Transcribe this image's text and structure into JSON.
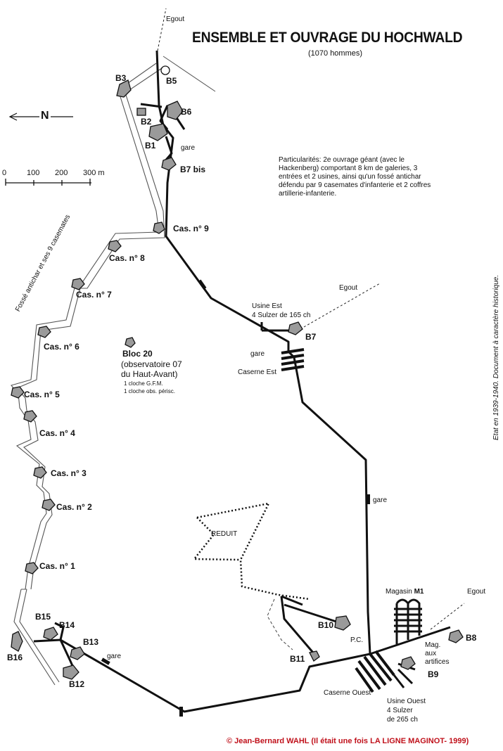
{
  "title": "ENSEMBLE ET OUVRAGE DU HOCHWALD",
  "subtitle": "(1070 hommes)",
  "north_label": "N",
  "scale": {
    "ticks": [
      "0",
      "100",
      "200",
      "300 m"
    ]
  },
  "note": "Particularités: 2e ouvrage géant (avec le Hackenberg) comportant 8 km de galeries, 3 entrées et 2 usines, ainsi qu'un fossé antichar défendu par 9 casemates d'infanterie et 2 coffres artillerie-infanterie.",
  "side_note": "Etat en 1939-1940. Document à caractère historique.",
  "ditch_label": "Fossé antichar et ses 9 casemates",
  "copyright": "© Jean-Bernard WAHL (Il était une fois LA LIGNE MAGINOT- 1999)",
  "labels": {
    "egout_top": "Egout",
    "b3": "B3",
    "b5": "B5",
    "b6": "B6",
    "b2": "B2",
    "b1": "B1",
    "gare1": "gare",
    "b7bis": "B7 bis",
    "cas9": "Cas. n° 9",
    "cas8": "Cas. n° 8",
    "cas7": "Cas. n° 7",
    "cas6": "Cas. n° 6",
    "cas5": "Cas. n° 5",
    "cas4": "Cas. n° 4",
    "cas3": "Cas. n° 3",
    "cas2": "Cas. n° 2",
    "cas1": "Cas. n° 1",
    "bloc20": "Bloc 20",
    "bloc20_sub1": "(observatoire 07",
    "bloc20_sub2": "du Haut-Avant)",
    "bloc20_c1": "1 cloche G.F.M.",
    "bloc20_c2": "1 cloche obs. périsc.",
    "egout_mid": "Egout",
    "usine_est1": "Usine Est",
    "usine_est2": "4 Sulzer de 165 ch",
    "b7": "B7",
    "gare2": "gare",
    "caserne_est": "Caserne Est",
    "gare3": "gare",
    "reduit": "REDUIT",
    "magasin": "Magasin",
    "magasin_id": "M1",
    "egout_low": "Egout",
    "b8": "B8",
    "b10": "B10",
    "pc": "P.C.",
    "mag_art1": "Mag.",
    "mag_art2": "aux",
    "mag_art3": "artifices",
    "b9": "B9",
    "b11": "B11",
    "caserne_ouest": "Caserne Ouest",
    "usine_ouest1": "Usine Ouest",
    "usine_ouest2": "4 Sulzer",
    "usine_ouest3": "de 265 ch",
    "b15": "B15",
    "b14": "B14",
    "b16": "B16",
    "b13": "B13",
    "gare4": "gare",
    "b12": "B12"
  }
}
